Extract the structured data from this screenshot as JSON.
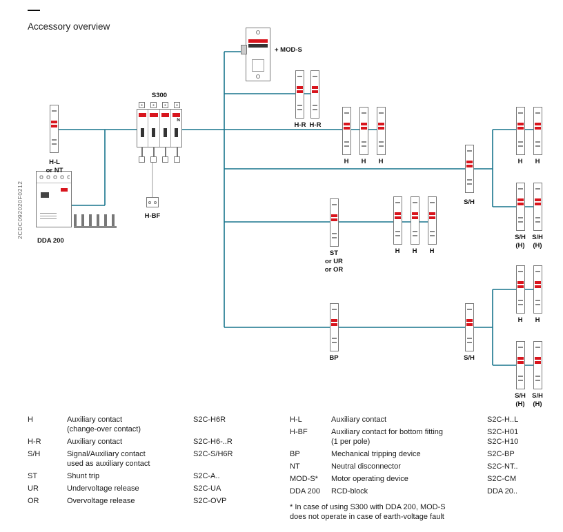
{
  "page": {
    "dash": "—",
    "title": "Accessory overview",
    "doc_code": "2CDC092020F0212"
  },
  "diagram": {
    "colors": {
      "line": "#17748c",
      "red": "#d8151d"
    },
    "labels": {
      "hl": "H-L\nor NT",
      "s300": "S300",
      "s300_n": "N",
      "dda": "DDA 200",
      "hbf": "H-BF",
      "mods": "+ MOD-S",
      "hr": "H-R",
      "h": "H",
      "sh": "S/H",
      "shh": "S/H\n(H)",
      "st": "ST\nor UR\nor OR",
      "bp": "BP"
    }
  },
  "legend": {
    "left": [
      {
        "term": "H",
        "desc": "Auxiliary contact\n(change-over contact)",
        "code": "S2C-H6R"
      },
      {
        "term": "H-R",
        "desc": "Auxiliary contact",
        "code": "S2C-H6-..R"
      },
      {
        "term": "S/H",
        "desc": "Signal/Auxiliary contact\nused as auxiliary contact",
        "code": "S2C-S/H6R"
      },
      {
        "term": "ST",
        "desc": "Shunt trip",
        "code": "S2C-A.."
      },
      {
        "term": "UR",
        "desc": "Undervoltage release",
        "code": "S2C-UA"
      },
      {
        "term": "OR",
        "desc": "Overvoltage release",
        "code": "S2C-OVP"
      }
    ],
    "right": [
      {
        "term": "H-L",
        "desc": "Auxiliary contact",
        "code": "S2C-H..L"
      },
      {
        "term": "H-BF",
        "desc": "Auxiliary contact for bottom fitting\n(1 per pole)",
        "code": "S2C-H01\nS2C-H10"
      },
      {
        "term": "BP",
        "desc": "Mechanical tripping device",
        "code": "S2C-BP"
      },
      {
        "term": "NT",
        "desc": "Neutral disconnector",
        "code": "S2C-NT.."
      },
      {
        "term": "MOD-S*",
        "desc": "Motor operating device",
        "code": "S2C-CM"
      },
      {
        "term": "DDA 200",
        "desc": "RCD-block",
        "code": "DDA 20.."
      }
    ],
    "footnote": "* In case of using S300 with DDA 200, MOD-S\ndoes not operate in case of earth-voltage fault"
  }
}
